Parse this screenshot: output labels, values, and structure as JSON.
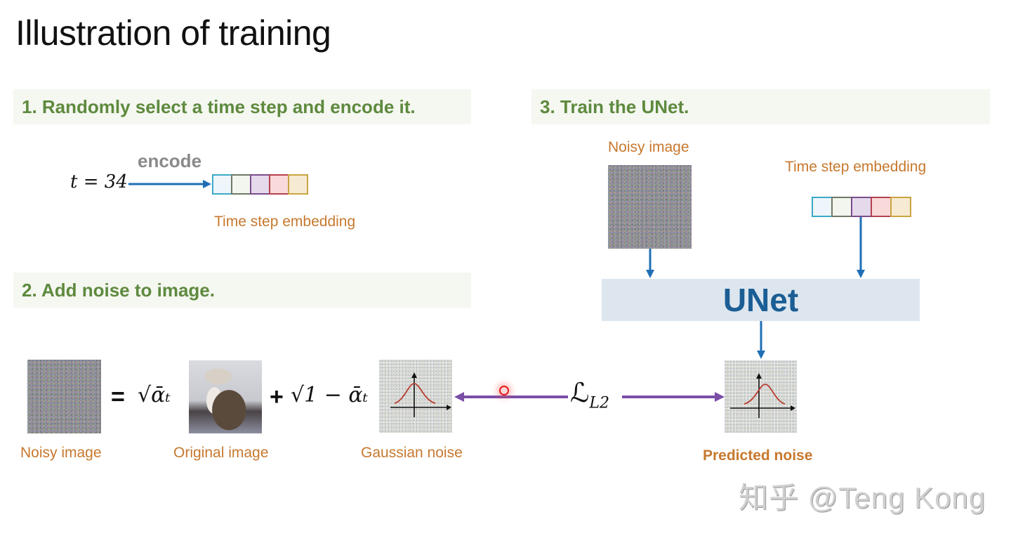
{
  "slide": {
    "title": "Illustration of training"
  },
  "step1": {
    "heading": "1. Randomly select a time step and encode it.",
    "time_var": "t = 34",
    "encode_label": "encode",
    "embedding_label": "Time step embedding",
    "embedding_cells": [
      {
        "fill": "#eef6fb",
        "border": "#3aa9c8"
      },
      {
        "fill": "#f3f5ef",
        "border": "#6f7a66"
      },
      {
        "fill": "#e5d9ec",
        "border": "#7a4d8a"
      },
      {
        "fill": "#f9d9d9",
        "border": "#b4424f"
      },
      {
        "fill": "#f7ead2",
        "border": "#c9a541"
      }
    ]
  },
  "step2": {
    "heading": "2. Add noise to image.",
    "equals": "=",
    "coef1": "√ᾱₜ",
    "plus": "+",
    "coef2": "√1 − ᾱₜ",
    "labels": {
      "noisy": "Noisy image",
      "original": "Original image",
      "gaussian": "Gaussian noise"
    }
  },
  "step3": {
    "heading": "3. Train the UNet.",
    "noisy_label": "Noisy image",
    "embedding_label": "Time step embedding",
    "unet_label": "UNet",
    "predicted_label": "Predicted noise"
  },
  "loss": {
    "symbol": "ℒ",
    "subscript": "L2"
  },
  "watermark": "知乎 @Teng Kong",
  "colors": {
    "banner_bg": "#f5f7f1",
    "banner_text": "#5e8a3e",
    "label_orange": "#c7782e",
    "arrow_blue": "#1f6fb5",
    "arrow_purple": "#7b4ea8",
    "unet_bg": "#dde6ee",
    "unet_text": "#1b5e95",
    "gauss_curve": "#b83a2e"
  }
}
